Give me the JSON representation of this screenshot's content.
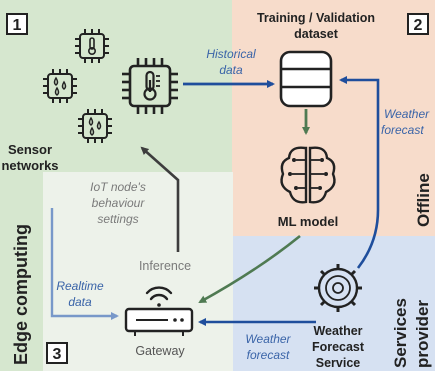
{
  "colors": {
    "sensor_bg": "#d6e7cf",
    "gateway_bg": "#edf2ea",
    "offline_bg": "#f7dccb",
    "services_bg": "#d6e1f2",
    "dark_arrow": "#3d3d3d",
    "blue_arrow": "#1f4e9c",
    "green_arrow": "#4f7a52",
    "light_blue_arrow": "#7898c9",
    "grey_text": "#7a7a7a",
    "blue_text": "#3a64a8"
  },
  "regions": {
    "sensor": {
      "number": "1"
    },
    "offline": {
      "number": "2",
      "side_label": "Offline"
    },
    "edge": {
      "number": "3",
      "side_label": "Edge computing"
    },
    "services": {
      "side_label_line1": "Services",
      "side_label_line2": "provider"
    }
  },
  "nodes": {
    "sensor_networks": {
      "line1": "Sensor",
      "line2": "networks"
    },
    "dataset": {
      "line1": "Training / Validation",
      "line2": "dataset"
    },
    "ml_model": {
      "label": "ML model"
    },
    "gateway": {
      "label": "Gateway",
      "inference": "Inference"
    },
    "weather_service": {
      "line1": "Weather",
      "line2": "Forecast",
      "line3": "Service"
    }
  },
  "edge_labels": {
    "historical_line1": "Historical",
    "historical_line2": "data",
    "weather_line1": "Weather",
    "weather_line2": "forecast",
    "iot_line1": "IoT node's",
    "iot_line2": "behaviour",
    "iot_line3": "settings",
    "realtime_line1": "Realtime",
    "realtime_line2": "data",
    "weather_gw_line1": "Weather",
    "weather_gw_line2": "forecast"
  }
}
